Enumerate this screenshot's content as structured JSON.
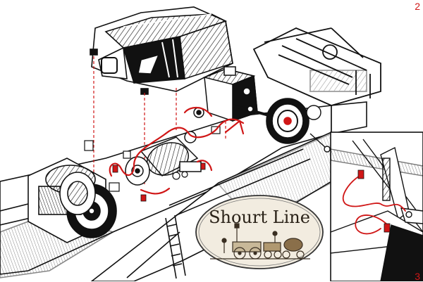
{
  "page_numbers": {
    "top_right": "2",
    "bottom_right": "3"
  },
  "logo": {
    "text": "Shourt Line"
  },
  "colors": {
    "wire": "#d01717",
    "ink": "#111111",
    "paper": "#ffffff",
    "logo_bg": "#f2ece0"
  }
}
